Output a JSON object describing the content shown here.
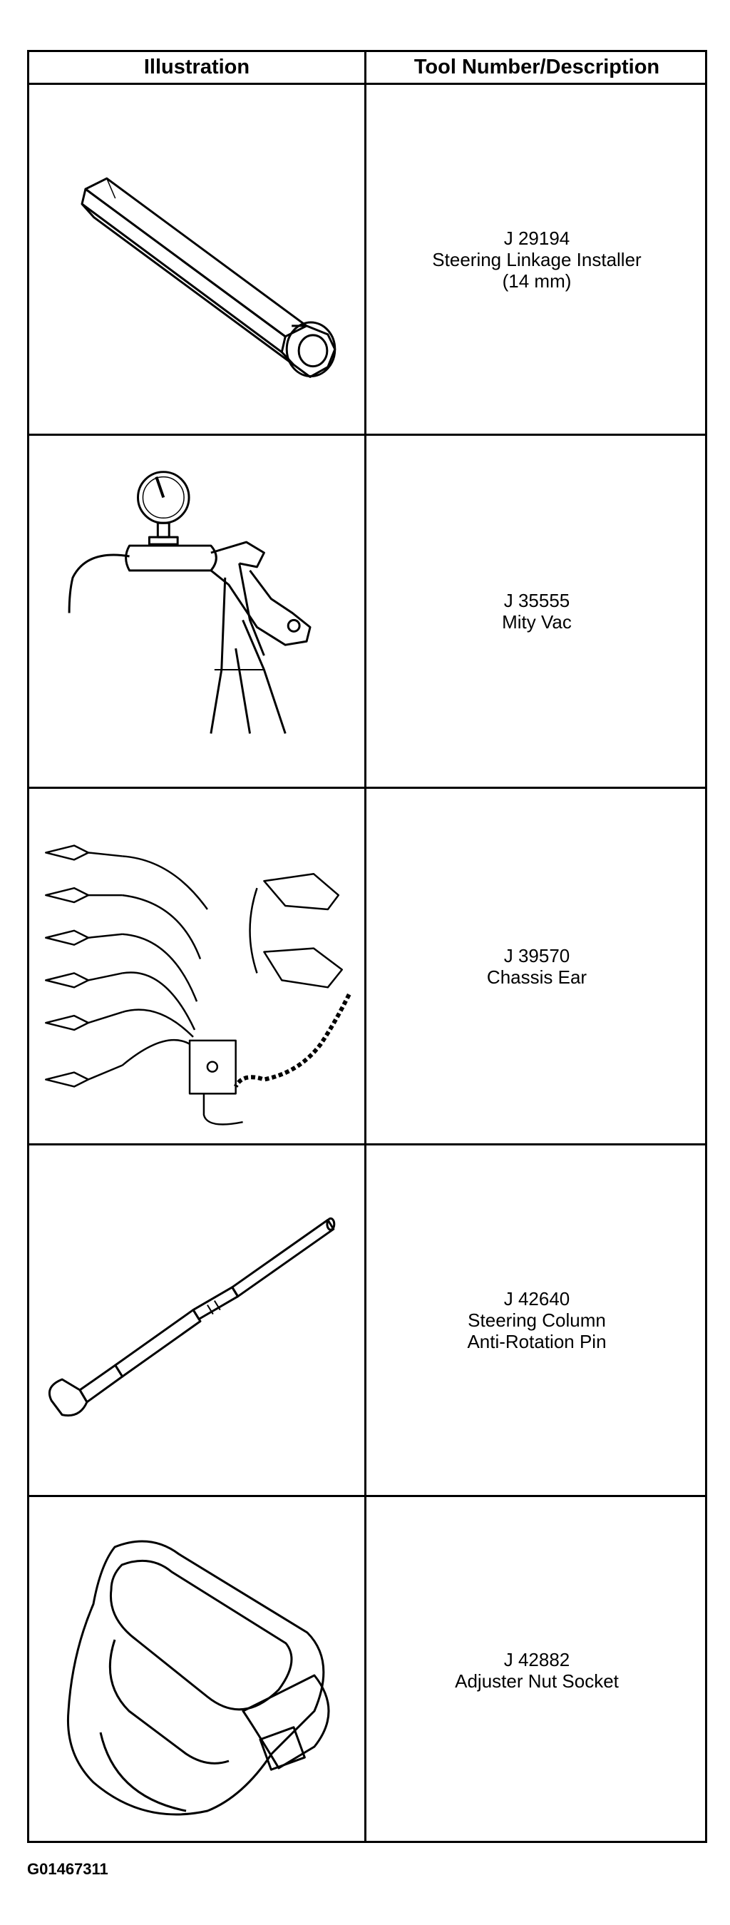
{
  "header": {
    "col1": "Illustration",
    "col2": "Tool Number/Description"
  },
  "rows": [
    {
      "number": "J 29194",
      "line1": "Steering Linkage Installer",
      "line2": "(14 mm)",
      "icon": "hex-socket-tube-icon"
    },
    {
      "number": "J 35555",
      "line1": "Mity Vac",
      "line2": "",
      "icon": "vacuum-pump-icon"
    },
    {
      "number": "J 39570",
      "line1": "Chassis Ear",
      "line2": "",
      "icon": "chassis-ear-icon"
    },
    {
      "number": "J 42640",
      "line1": "Steering Column",
      "line2": "Anti-Rotation Pin",
      "icon": "anti-rotation-pin-icon"
    },
    {
      "number": "J 42882",
      "line1": "Adjuster Nut Socket",
      "line2": "",
      "icon": "adjuster-nut-socket-icon"
    }
  ],
  "caption": "G01467311"
}
